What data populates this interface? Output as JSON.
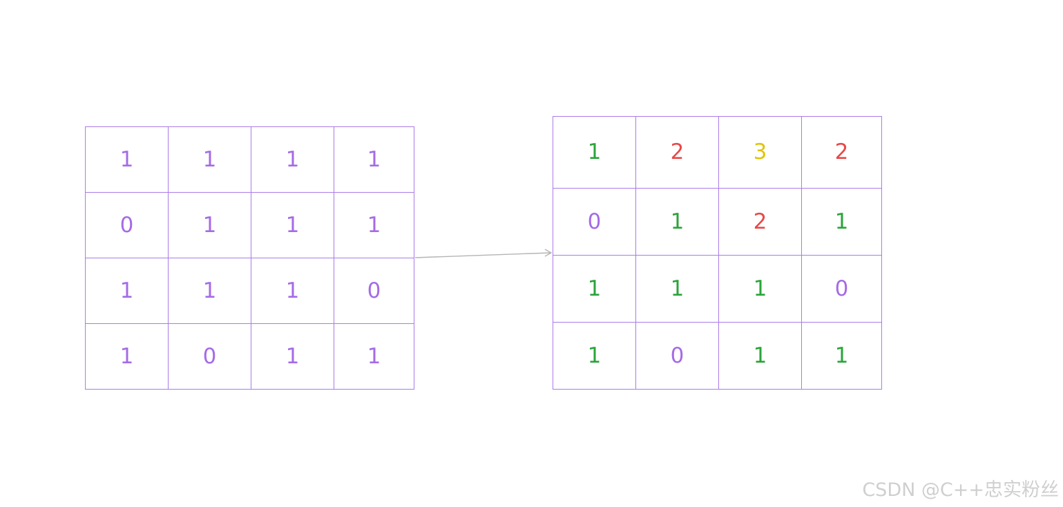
{
  "colors": {
    "grid_border": "#a97ae8",
    "purple": "#a56be6",
    "green": "#2aa43a",
    "red": "#e84848",
    "yellow": "#e0c40a",
    "arrow": "#b4b4b4",
    "watermark": "#cfcfcf"
  },
  "left_grid": {
    "rows": [
      [
        {
          "v": "1",
          "c": "purple"
        },
        {
          "v": "1",
          "c": "purple"
        },
        {
          "v": "1",
          "c": "purple"
        },
        {
          "v": "1",
          "c": "purple"
        }
      ],
      [
        {
          "v": "0",
          "c": "purple"
        },
        {
          "v": "1",
          "c": "purple"
        },
        {
          "v": "1",
          "c": "purple"
        },
        {
          "v": "1",
          "c": "purple"
        }
      ],
      [
        {
          "v": "1",
          "c": "purple"
        },
        {
          "v": "1",
          "c": "purple"
        },
        {
          "v": "1",
          "c": "purple"
        },
        {
          "v": "0",
          "c": "purple"
        }
      ],
      [
        {
          "v": "1",
          "c": "purple"
        },
        {
          "v": "0",
          "c": "purple"
        },
        {
          "v": "1",
          "c": "purple"
        },
        {
          "v": "1",
          "c": "purple"
        }
      ]
    ]
  },
  "right_grid": {
    "rows": [
      [
        {
          "v": "1",
          "c": "green"
        },
        {
          "v": "2",
          "c": "red"
        },
        {
          "v": "3",
          "c": "yellow"
        },
        {
          "v": "2",
          "c": "red"
        }
      ],
      [
        {
          "v": "0",
          "c": "purple"
        },
        {
          "v": "1",
          "c": "green"
        },
        {
          "v": "2",
          "c": "red"
        },
        {
          "v": "1",
          "c": "green"
        }
      ],
      [
        {
          "v": "1",
          "c": "green"
        },
        {
          "v": "1",
          "c": "green"
        },
        {
          "v": "1",
          "c": "green"
        },
        {
          "v": "0",
          "c": "purple"
        }
      ],
      [
        {
          "v": "1",
          "c": "green"
        },
        {
          "v": "0",
          "c": "purple"
        },
        {
          "v": "1",
          "c": "green"
        },
        {
          "v": "1",
          "c": "green"
        }
      ]
    ]
  },
  "watermark": "CSDN @C++忠实粉丝"
}
